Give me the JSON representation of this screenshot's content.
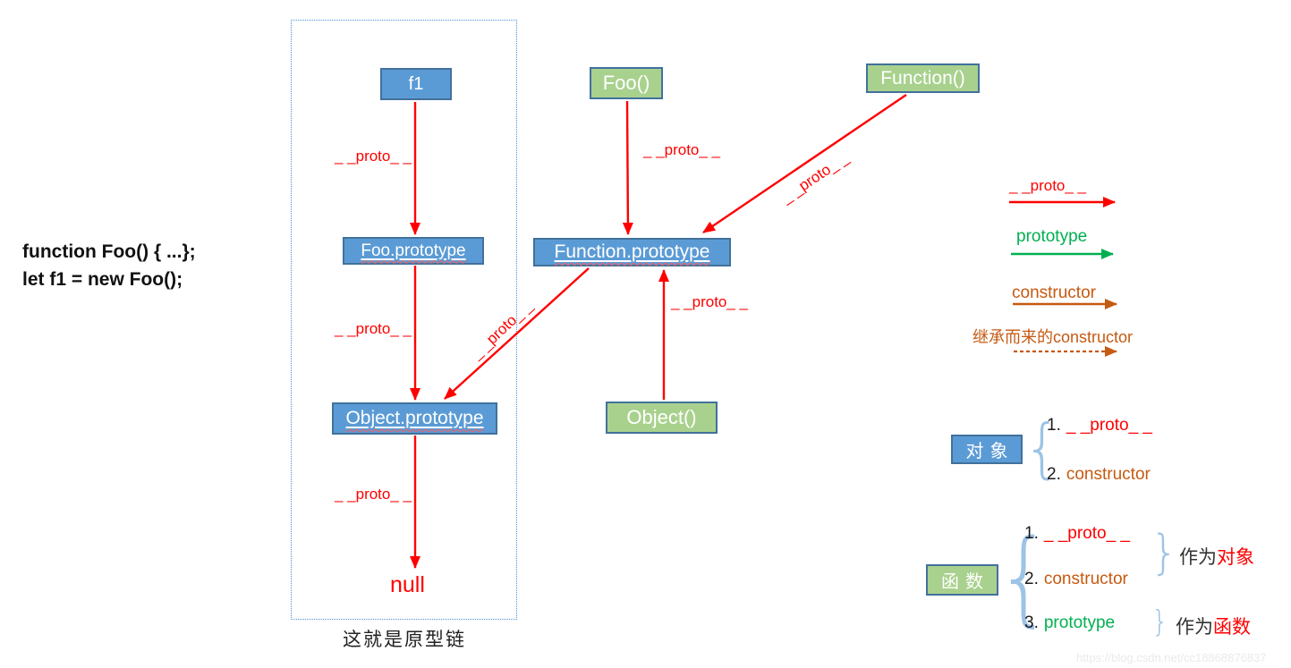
{
  "colors": {
    "red": "#FF0000",
    "green": "#00B050",
    "orange": "#C55A11",
    "box_blue_fill": "#5B9BD5",
    "box_green_fill": "#A9D18E",
    "box_border": "#41719C",
    "brace_blue": "#9DC3E6",
    "dotted_frame": "#4A90D9"
  },
  "code": {
    "line1": "function Foo() { ...};",
    "line2": "let f1 = new Foo();"
  },
  "labels": {
    "proto": "_ _proto_ _"
  },
  "chain": {
    "f1": "f1",
    "foo_prototype": "Foo.prototype",
    "object_prototype": "Object.prototype",
    "terminal": "null",
    "caption": "这就是原型链"
  },
  "graph": {
    "foo": "Foo()",
    "function": "Function()",
    "function_prototype": "Function.prototype",
    "object": "Object()"
  },
  "legend": [
    {
      "label": "_ _proto_ _"
    },
    {
      "label": "prototype"
    },
    {
      "label": "constructor"
    },
    {
      "label": "继承而来的constructor"
    }
  ],
  "object_group": {
    "title": "对象",
    "items": [
      {
        "num": "1.",
        "label": "_ _proto_ _"
      },
      {
        "num": "2.",
        "label": "constructor"
      }
    ]
  },
  "function_group": {
    "title": "函数",
    "items": [
      {
        "num": "1.",
        "label": "_ _proto_ _"
      },
      {
        "num": "2.",
        "label": "constructor"
      },
      {
        "num": "3.",
        "label": "prototype"
      }
    ],
    "as_object": {
      "prefix": "作为",
      "target": "对象"
    },
    "as_function": {
      "prefix": "作为",
      "target": "函数"
    }
  },
  "glyphs": {
    "open_brace": "{",
    "close_brace": "}"
  },
  "watermark": "https://blog.csdn.net/cc18868876837"
}
